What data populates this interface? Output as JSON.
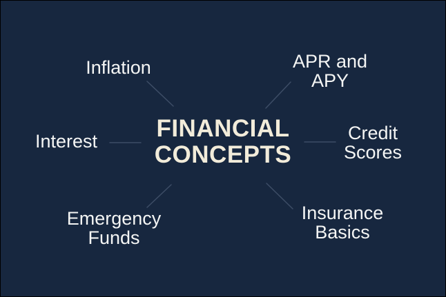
{
  "title": "FINANCIAL CONCEPTS",
  "nodes": [
    {
      "label": "Inflation",
      "position": "top-left"
    },
    {
      "label": "APR and APY",
      "position": "top-right"
    },
    {
      "label": "Interest",
      "position": "left"
    },
    {
      "label": "Credit Scores",
      "position": "right"
    },
    {
      "label": "Emergency Funds",
      "position": "bottom-left"
    },
    {
      "label": "Insurance Basics",
      "position": "bottom-right"
    }
  ],
  "colors": {
    "background": "#17273f",
    "title_text": "#f2ecda",
    "node_text": "#f4f5f4",
    "connector": "#3d4d66"
  }
}
